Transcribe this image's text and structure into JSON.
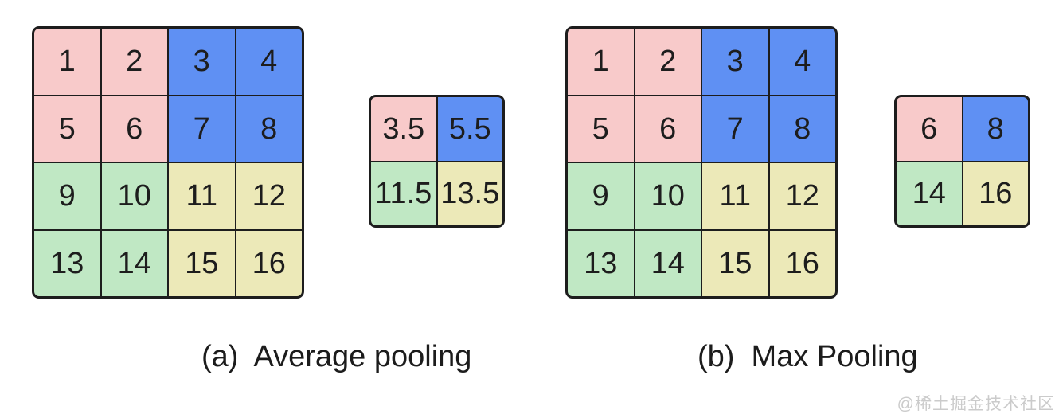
{
  "palette": {
    "pink": "#f8caca",
    "blue": "#5f90f3",
    "green": "#c0e8c4",
    "yellow": "#ece9b8",
    "line": "#1d1d1d",
    "text": "#1c1c1c",
    "watermark": "#cbcbcb"
  },
  "figures": [
    {
      "id": "a",
      "caption": "(a)  Average pooling",
      "input_grid": {
        "rows": 4,
        "cols": 4,
        "cells": [
          {
            "value": "1",
            "color": "pink"
          },
          {
            "value": "2",
            "color": "pink"
          },
          {
            "value": "3",
            "color": "blue"
          },
          {
            "value": "4",
            "color": "blue"
          },
          {
            "value": "5",
            "color": "pink"
          },
          {
            "value": "6",
            "color": "pink"
          },
          {
            "value": "7",
            "color": "blue"
          },
          {
            "value": "8",
            "color": "blue"
          },
          {
            "value": "9",
            "color": "green"
          },
          {
            "value": "10",
            "color": "green"
          },
          {
            "value": "11",
            "color": "yellow"
          },
          {
            "value": "12",
            "color": "yellow"
          },
          {
            "value": "13",
            "color": "green"
          },
          {
            "value": "14",
            "color": "green"
          },
          {
            "value": "15",
            "color": "yellow"
          },
          {
            "value": "16",
            "color": "yellow"
          }
        ]
      },
      "output_grid": {
        "rows": 2,
        "cols": 2,
        "cells": [
          {
            "value": "3.5",
            "color": "pink"
          },
          {
            "value": "5.5",
            "color": "blue"
          },
          {
            "value": "11.5",
            "color": "green"
          },
          {
            "value": "13.5",
            "color": "yellow"
          }
        ]
      }
    },
    {
      "id": "b",
      "caption": "(b)  Max Pooling",
      "input_grid": {
        "rows": 4,
        "cols": 4,
        "cells": [
          {
            "value": "1",
            "color": "pink"
          },
          {
            "value": "2",
            "color": "pink"
          },
          {
            "value": "3",
            "color": "blue"
          },
          {
            "value": "4",
            "color": "blue"
          },
          {
            "value": "5",
            "color": "pink"
          },
          {
            "value": "6",
            "color": "pink"
          },
          {
            "value": "7",
            "color": "blue"
          },
          {
            "value": "8",
            "color": "blue"
          },
          {
            "value": "9",
            "color": "green"
          },
          {
            "value": "10",
            "color": "green"
          },
          {
            "value": "11",
            "color": "yellow"
          },
          {
            "value": "12",
            "color": "yellow"
          },
          {
            "value": "13",
            "color": "green"
          },
          {
            "value": "14",
            "color": "green"
          },
          {
            "value": "15",
            "color": "yellow"
          },
          {
            "value": "16",
            "color": "yellow"
          }
        ]
      },
      "output_grid": {
        "rows": 2,
        "cols": 2,
        "cells": [
          {
            "value": "6",
            "color": "pink"
          },
          {
            "value": "8",
            "color": "blue"
          },
          {
            "value": "14",
            "color": "green"
          },
          {
            "value": "16",
            "color": "yellow"
          }
        ]
      }
    }
  ],
  "watermark": "@稀土掘金技术社区"
}
